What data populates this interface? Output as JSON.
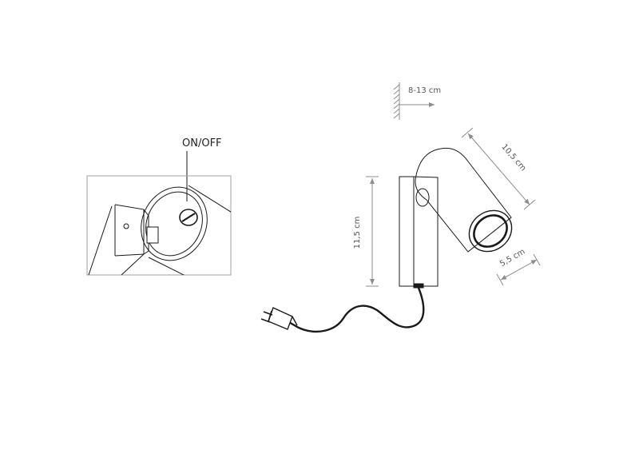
{
  "labels": {
    "switch": "ON/OFF",
    "wall_distance": "8-13 cm",
    "length": "10,5 cm",
    "diameter": "5,5 cm",
    "height": "11,5 cm"
  },
  "colors": {
    "line": "#1a1a1a",
    "dimension": "#8c8c8c",
    "box": "#a0a0a0"
  }
}
